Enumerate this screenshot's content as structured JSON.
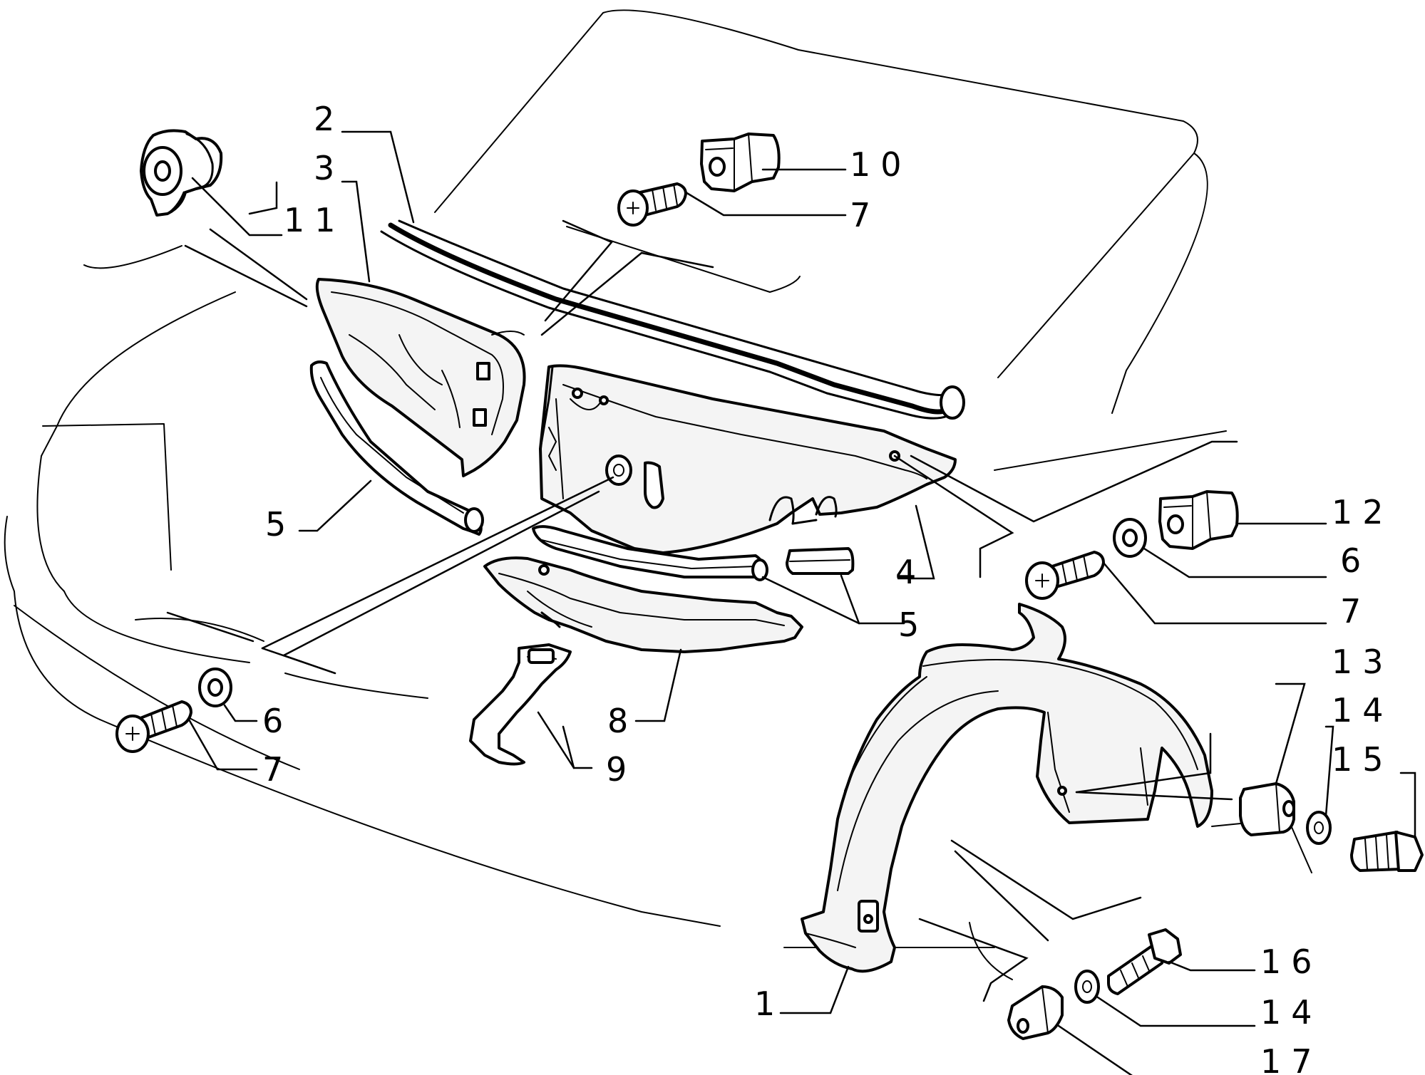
{
  "callouts": [
    {
      "id": "c1",
      "label": "1"
    },
    {
      "id": "c2",
      "label": "2"
    },
    {
      "id": "c3",
      "label": "3"
    },
    {
      "id": "c4",
      "label": "4"
    },
    {
      "id": "c5a",
      "label": "5"
    },
    {
      "id": "c5b",
      "label": "5"
    },
    {
      "id": "c6a",
      "label": "6"
    },
    {
      "id": "c6b",
      "label": "6"
    },
    {
      "id": "c7a",
      "label": "7"
    },
    {
      "id": "c7b",
      "label": "7"
    },
    {
      "id": "c7c",
      "label": "7"
    },
    {
      "id": "c8",
      "label": "8"
    },
    {
      "id": "c9",
      "label": "9"
    },
    {
      "id": "c10",
      "label": "10"
    },
    {
      "id": "c11",
      "label": "11"
    },
    {
      "id": "c12",
      "label": "12"
    },
    {
      "id": "c13",
      "label": "13"
    },
    {
      "id": "c14a",
      "label": "14"
    },
    {
      "id": "c14b",
      "label": "14"
    },
    {
      "id": "c15",
      "label": "15"
    },
    {
      "id": "c16",
      "label": "16"
    },
    {
      "id": "c17",
      "label": "17"
    }
  ]
}
